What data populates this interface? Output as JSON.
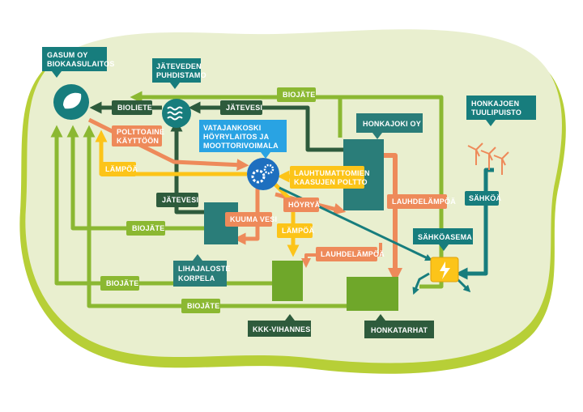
{
  "nodes": {
    "gasum": [
      "GASUM OY",
      "BIOKAASULAITOS"
    ],
    "jatevesi_plant": [
      "JÄTEVEDEN",
      "PUHDISTAMO"
    ],
    "vatajankoski": [
      "VATAJANKOSKI",
      "HÖYRYLAITOS JA",
      "MOOTTORIVOIMALA"
    ],
    "honkajoki": "HONKAJOKI OY",
    "tuulipuisto": [
      "HONKAJOEN",
      "TUULIPUISTO"
    ],
    "sahkoasema": "SÄHKÖASEMA",
    "lihajaloste": [
      "LIHAJALOSTE",
      "KORPELA"
    ],
    "kkk": "KKK-VIHANNES",
    "honkatarhat": "HONKATARHAT"
  },
  "flows": {
    "biojate_top": "BIOJÄTE",
    "bioliete": "BIOLIETE",
    "jatevesi_top": "JÄTEVESI",
    "polttoaine": [
      "POLTTOAINE",
      "KÄYTTÖÖN"
    ],
    "lampo_left": "LÄMPÖÄ",
    "lauhtumattomien": [
      "LAUHTUMATTOMIEN",
      "KAASUJEN POLTTO"
    ],
    "lauhdelampo_right": "LAUHDELÄMPÖÄ",
    "sahkoa": "SÄHKÖÄ",
    "jatevesi_mid": "JÄTEVESI",
    "hoyrya": "HÖYRYÄ",
    "kuuma_vesi": "KUUMA VESI",
    "lampo_mid": "LÄMPÖÄ",
    "biojate_mid": "BIOJÄTE",
    "lauhdelampo_mid": "LAUHDELÄMPÖÄ",
    "biojate_low": "BIOJÄTE",
    "biojate_bottom": "BIOJÄTE"
  },
  "colors": {
    "blob": "#e9efcf",
    "blob_rim": "#b7cf37",
    "green": "#8bb832",
    "green_dark": "#5b7a1e",
    "teal": "#177d7d",
    "dark_green": "#2e5b3c",
    "orange": "#ee8a5a",
    "yellow": "#fcc419",
    "blue": "#2f8fd6"
  }
}
